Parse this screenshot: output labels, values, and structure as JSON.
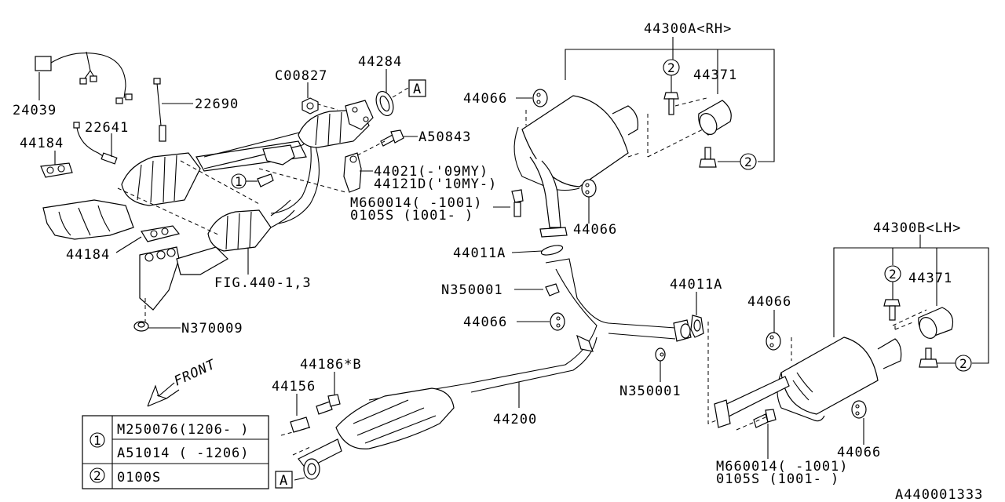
{
  "diagram_id": "A440001333",
  "front_indicator": "FRONT",
  "ref_marker": "A",
  "callouts": {
    "c24039": "24039",
    "c22690": "22690",
    "c22641": "22641",
    "c44184_top": "44184",
    "c44184_bot": "44184",
    "cC00827": "C00827",
    "c44284": "44284",
    "cA50843": "A50843",
    "c44021": "44021(-'09MY)",
    "c44121D": "44121D('10MY-)",
    "cM660014_top": "M660014( -1001)",
    "c0105S_top": "0105S   (1001- )",
    "cFIG": "FIG.440-1,3",
    "cN370009": "N370009",
    "c44300A": "44300A<RH>",
    "c44371_rh": "44371",
    "c44066_a": "44066",
    "c44066_b": "44066",
    "c44011A_top": "44011A",
    "cN350001_top": "N350001",
    "c44066_c": "44066",
    "c44011A_right": "44011A",
    "cN350001_bot": "N350001",
    "c44200": "44200",
    "c44186B": "44186*B",
    "c44156": "44156",
    "c44300B": "44300B<LH>",
    "c44371_lh": "44371",
    "c44066_d": "44066",
    "c44066_e": "44066",
    "cM660014_bot": "M660014( -1001)",
    "c0105S_bot": "0105S   (1001- )"
  },
  "circle_refs": {
    "one": "1",
    "two": "2"
  },
  "legend_table": {
    "rows": [
      {
        "key": "1",
        "parts": [
          "M250076(1206- )",
          "A51014  ( -1206)"
        ]
      },
      {
        "key": "2",
        "parts": [
          "0100S"
        ]
      }
    ]
  }
}
